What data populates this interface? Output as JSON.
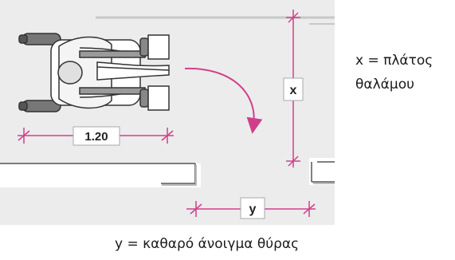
{
  "diagram": {
    "labels": {
      "wheelchair_width": "1.20",
      "room_width": "x",
      "door_opening": "y"
    }
  },
  "captions": {
    "x_definition_line1": "x = πλάτος",
    "x_definition_line2": "θαλάμου",
    "y_definition": "y = καθαρό άνοιγμα θύρας"
  },
  "colors": {
    "background_panel": "#ececec",
    "dimension_line": "#d0408a",
    "wall_line": "#c8c8c8"
  }
}
